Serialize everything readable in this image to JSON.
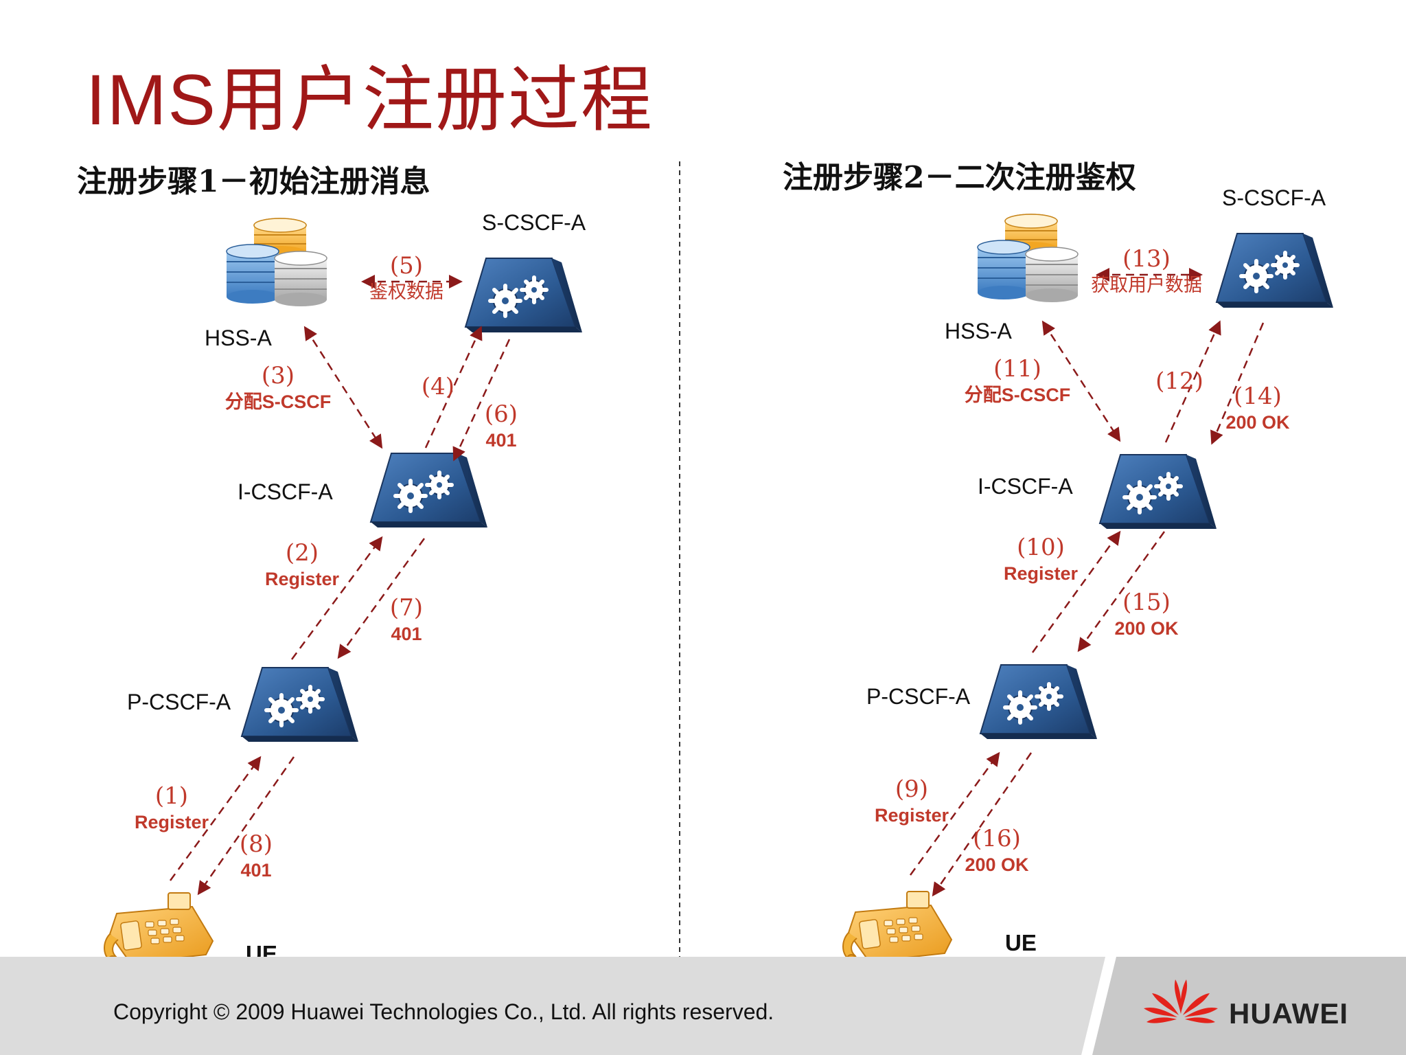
{
  "title": "IMS用户注册过程",
  "left_panel": {
    "heading": "注册步骤1－初始注册消息",
    "nodes": {
      "hss": "HSS-A",
      "scscf": "S-CSCF-A",
      "icscf": "I-CSCF-A",
      "pcscf": "P-CSCF-A",
      "ue": "UE"
    },
    "steps": [
      {
        "num": "(1)",
        "text": "Register"
      },
      {
        "num": "(2)",
        "text": "Register"
      },
      {
        "num": "(3)",
        "text": "分配S-CSCF"
      },
      {
        "num": "(4)",
        "text": ""
      },
      {
        "num": "(5)",
        "text": "鉴权数据"
      },
      {
        "num": "(6)",
        "text": "401"
      },
      {
        "num": "(7)",
        "text": "401"
      },
      {
        "num": "(8)",
        "text": "401"
      }
    ]
  },
  "right_panel": {
    "heading": "注册步骤2－二次注册鉴权",
    "nodes": {
      "hss": "HSS-A",
      "scscf": "S-CSCF-A",
      "icscf": "I-CSCF-A",
      "pcscf": "P-CSCF-A",
      "ue": "UE"
    },
    "steps": [
      {
        "num": "(9)",
        "text": "Register"
      },
      {
        "num": "(10)",
        "text": "Register"
      },
      {
        "num": "(11)",
        "text": "分配S-CSCF"
      },
      {
        "num": "(12)",
        "text": ""
      },
      {
        "num": "(13)",
        "text": "获取用户数据"
      },
      {
        "num": "(14)",
        "text": "200 OK"
      },
      {
        "num": "(15)",
        "text": "200 OK"
      },
      {
        "num": "(16)",
        "text": "200 OK"
      }
    ]
  },
  "footer": {
    "copyright": "Copyright © 2009 Huawei Technologies Co., Ltd. All rights reserved.",
    "brand": "HUAWEI"
  },
  "colors": {
    "title": "#a01818",
    "arrow": "#8b1a1a",
    "step_text": "#c0392b",
    "node_blue": "#2c5a93",
    "db_orange": "#f2a623",
    "phone_orange": "#f4b43a",
    "footer_band": "#dcdcdc",
    "brand_red": "#e3231b"
  }
}
